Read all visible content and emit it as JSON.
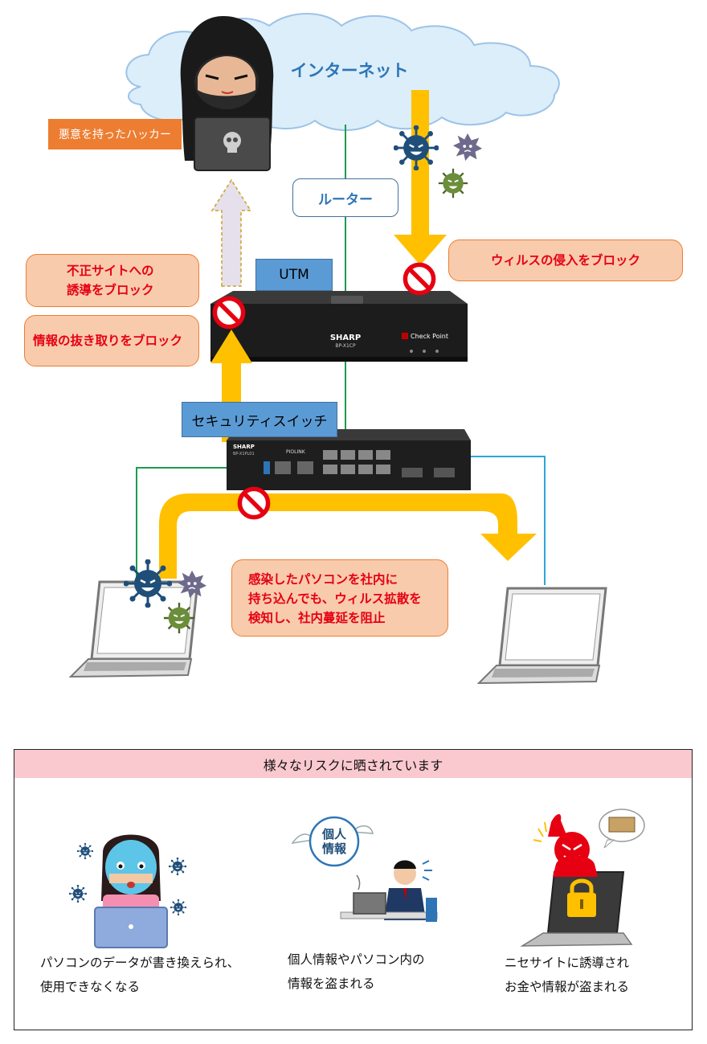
{
  "cloud": {
    "label": "インターネット"
  },
  "hacker": {
    "label": "悪意を持ったハッカー"
  },
  "router": {
    "label": "ルーター"
  },
  "utm": {
    "label": "UTM",
    "brand": "SHARP",
    "model": "BP-X1CP",
    "partner": "Check Point"
  },
  "switch": {
    "label": "セキュリティスイッチ",
    "brand": "SHARP",
    "model": "BP-X1PL01",
    "partner": "PIOLINK"
  },
  "callouts": {
    "site_block_line1": "不正サイトへの",
    "site_block_line2": "誘導をブロック",
    "info_block": "情報の抜き取りをブロック",
    "virus_block": "ウィルスの侵入をブロック",
    "spread_line1": "感染したパソコンを社内に",
    "spread_line2": "持ち込んでも、ウィルス拡散を",
    "spread_line3": "検知し、社内蔓延を阻止"
  },
  "risks": {
    "header": "様々なリスクに晒されています",
    "items": [
      {
        "line1": "パソコンのデータが書き換えられ、",
        "line2": "使用できなくなる"
      },
      {
        "line1": "個人情報やパソコン内の",
        "line2": "情報を盗まれる",
        "badge_line1": "個人",
        "badge_line2": "情報"
      },
      {
        "line1": "ニセサイトに誘導され",
        "line2": "お金や情報が盗まれる"
      }
    ]
  },
  "colors": {
    "arrow_yellow": "#ffc000",
    "arrow_lavender": "#e6e0ec",
    "callout_fill": "#f8cbad",
    "callout_border": "#ed7d31",
    "callout_text": "#e60012",
    "label_blue": "#5b9bd5",
    "cloud": "#dbeefa",
    "cable_green": "#1e9b4f",
    "cable_blue": "#2ea6d8",
    "risk_header": "#f9c9cf"
  }
}
